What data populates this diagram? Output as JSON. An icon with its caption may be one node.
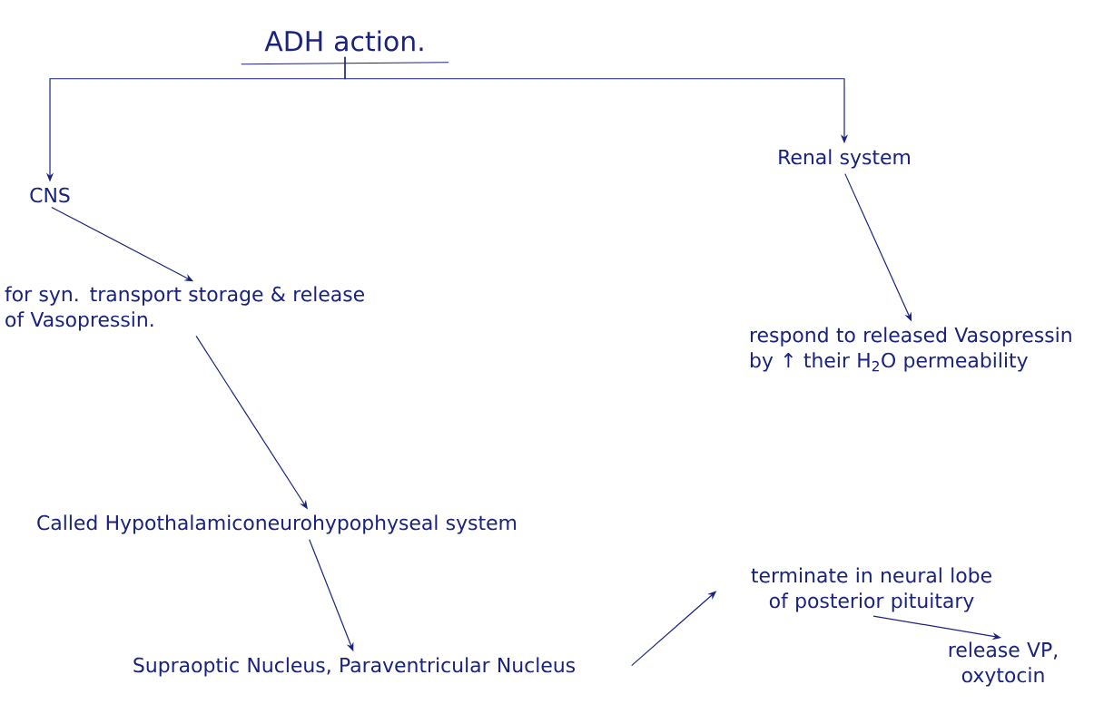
{
  "diagram": {
    "nodes": [
      {
        "text": [
          "ADH action."
        ]
      },
      {
        "text": [
          "CNS"
        ]
      },
      {
        "text": [
          "for syn. transport storage & release of Vasopressin."
        ]
      },
      {
        "text": [
          "Called Hypothalamiconeurohypophyseal system"
        ]
      },
      {
        "text": [
          "Supraoptic Nucleus, Paraventricular Nucleus"
        ]
      },
      {
        "text": [
          "terminate in neural lobe of posterior pituitary"
        ]
      },
      {
        "text": [
          "release VP, oxytocin"
        ]
      },
      {
        "text": [
          "Renal system"
        ]
      },
      {
        "text": [
          "respond to released Vasopressin by ↑ their H$_{2}$O permeability"
        ]
      }
    ],
    "edges": [
      {
        "from": 0,
        "to": 1,
        "arrow": "to"
      },
      {
        "from": 0,
        "to": 7,
        "arrow": "to"
      },
      {
        "from": 1,
        "to": 2,
        "arrow": "to"
      },
      {
        "from": 2,
        "to": 3,
        "arrow": "to"
      },
      {
        "from": 3,
        "to": 4,
        "arrow": "to"
      },
      {
        "from": 4,
        "to": 5,
        "arrow": "to"
      },
      {
        "from": 5,
        "to": 6,
        "arrow": "to"
      },
      {
        "from": 7,
        "to": 8,
        "arrow": "to"
      }
    ]
  }
}
